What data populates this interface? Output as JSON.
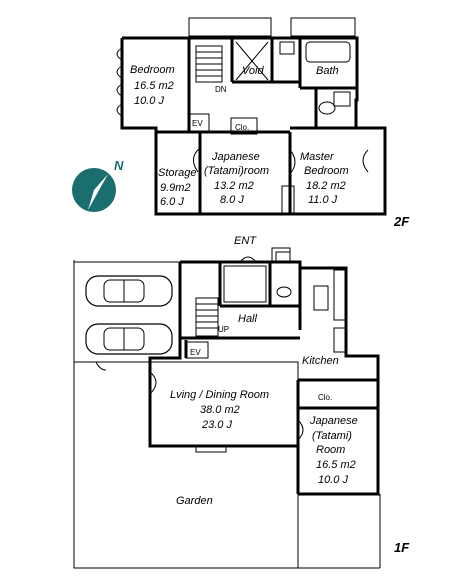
{
  "upper_floor": {
    "label": "2F",
    "rooms": {
      "bedroom": {
        "name": "Bedroom",
        "area": "16.5 m2",
        "mats": "10.0 J"
      },
      "void": {
        "name": "Void"
      },
      "bath": {
        "name": "Bath"
      },
      "ev": {
        "name": "EV"
      },
      "closet": {
        "name": "Clo."
      },
      "storage": {
        "name": "Storage",
        "area": "9.9m2",
        "mats": "6.0 J"
      },
      "japanese": {
        "name1": "Japanese",
        "name2": "(Tatami)room",
        "area": "13.2 m2",
        "mats": "8.0 J"
      },
      "master": {
        "name1": "Master",
        "name2": "Bedroom",
        "area": "18.2 m2",
        "mats": "11.0 J"
      }
    },
    "stair_mark": "DN"
  },
  "compass": {
    "label": "N",
    "color": "#1a6e6e"
  },
  "ground_floor": {
    "label": "1F",
    "rooms": {
      "entrance": {
        "name": "ENT"
      },
      "hall": {
        "name": "Hall"
      },
      "ev": {
        "name": "EV"
      },
      "kitchen": {
        "name": "Kitchen"
      },
      "closet": {
        "name": "Clo."
      },
      "living": {
        "name": "Lving / Dining Room",
        "area": "38.0 m2",
        "mats": "23.0 J"
      },
      "japanese": {
        "name1": "Japanese",
        "name2": "(Tatami)",
        "name3": "Room",
        "area": "16.5 m2",
        "mats": "10.0 J"
      },
      "garden": {
        "name": "Garden"
      }
    },
    "stair_mark": "UP"
  }
}
